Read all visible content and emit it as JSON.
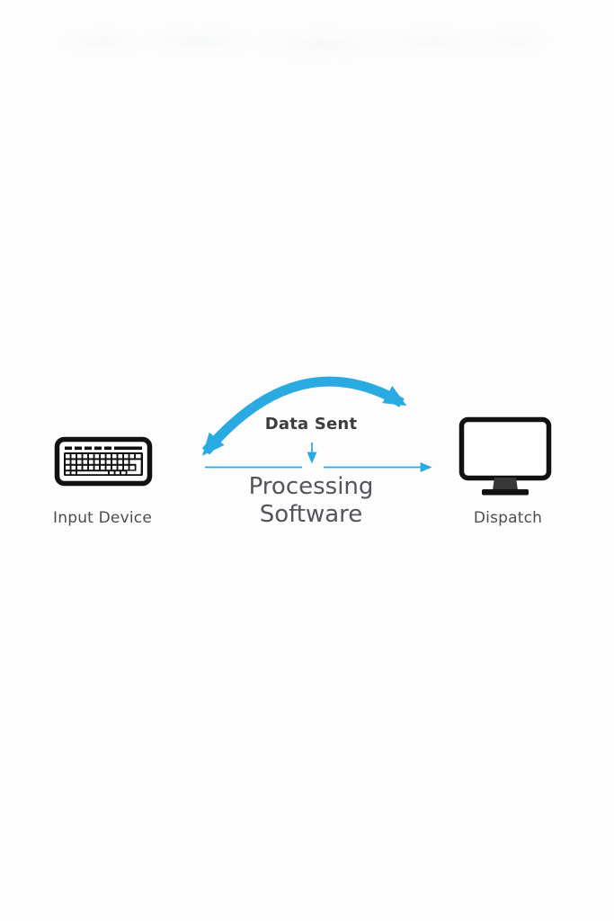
{
  "diagram": {
    "background_color": "#fdfdfd",
    "accent_color": "#29ABE2",
    "label_color": "#4d4d4d",
    "annotation_color": "#54555b",
    "icon_color": "#111111",
    "nodes": {
      "input": {
        "label": "Input Device",
        "icon": "keyboard-icon"
      },
      "dispatch": {
        "label": "Dispatch",
        "icon": "monitor-icon"
      }
    },
    "annotations": {
      "data_sent": "Data Sent",
      "processing_software": "Processing Software"
    }
  }
}
